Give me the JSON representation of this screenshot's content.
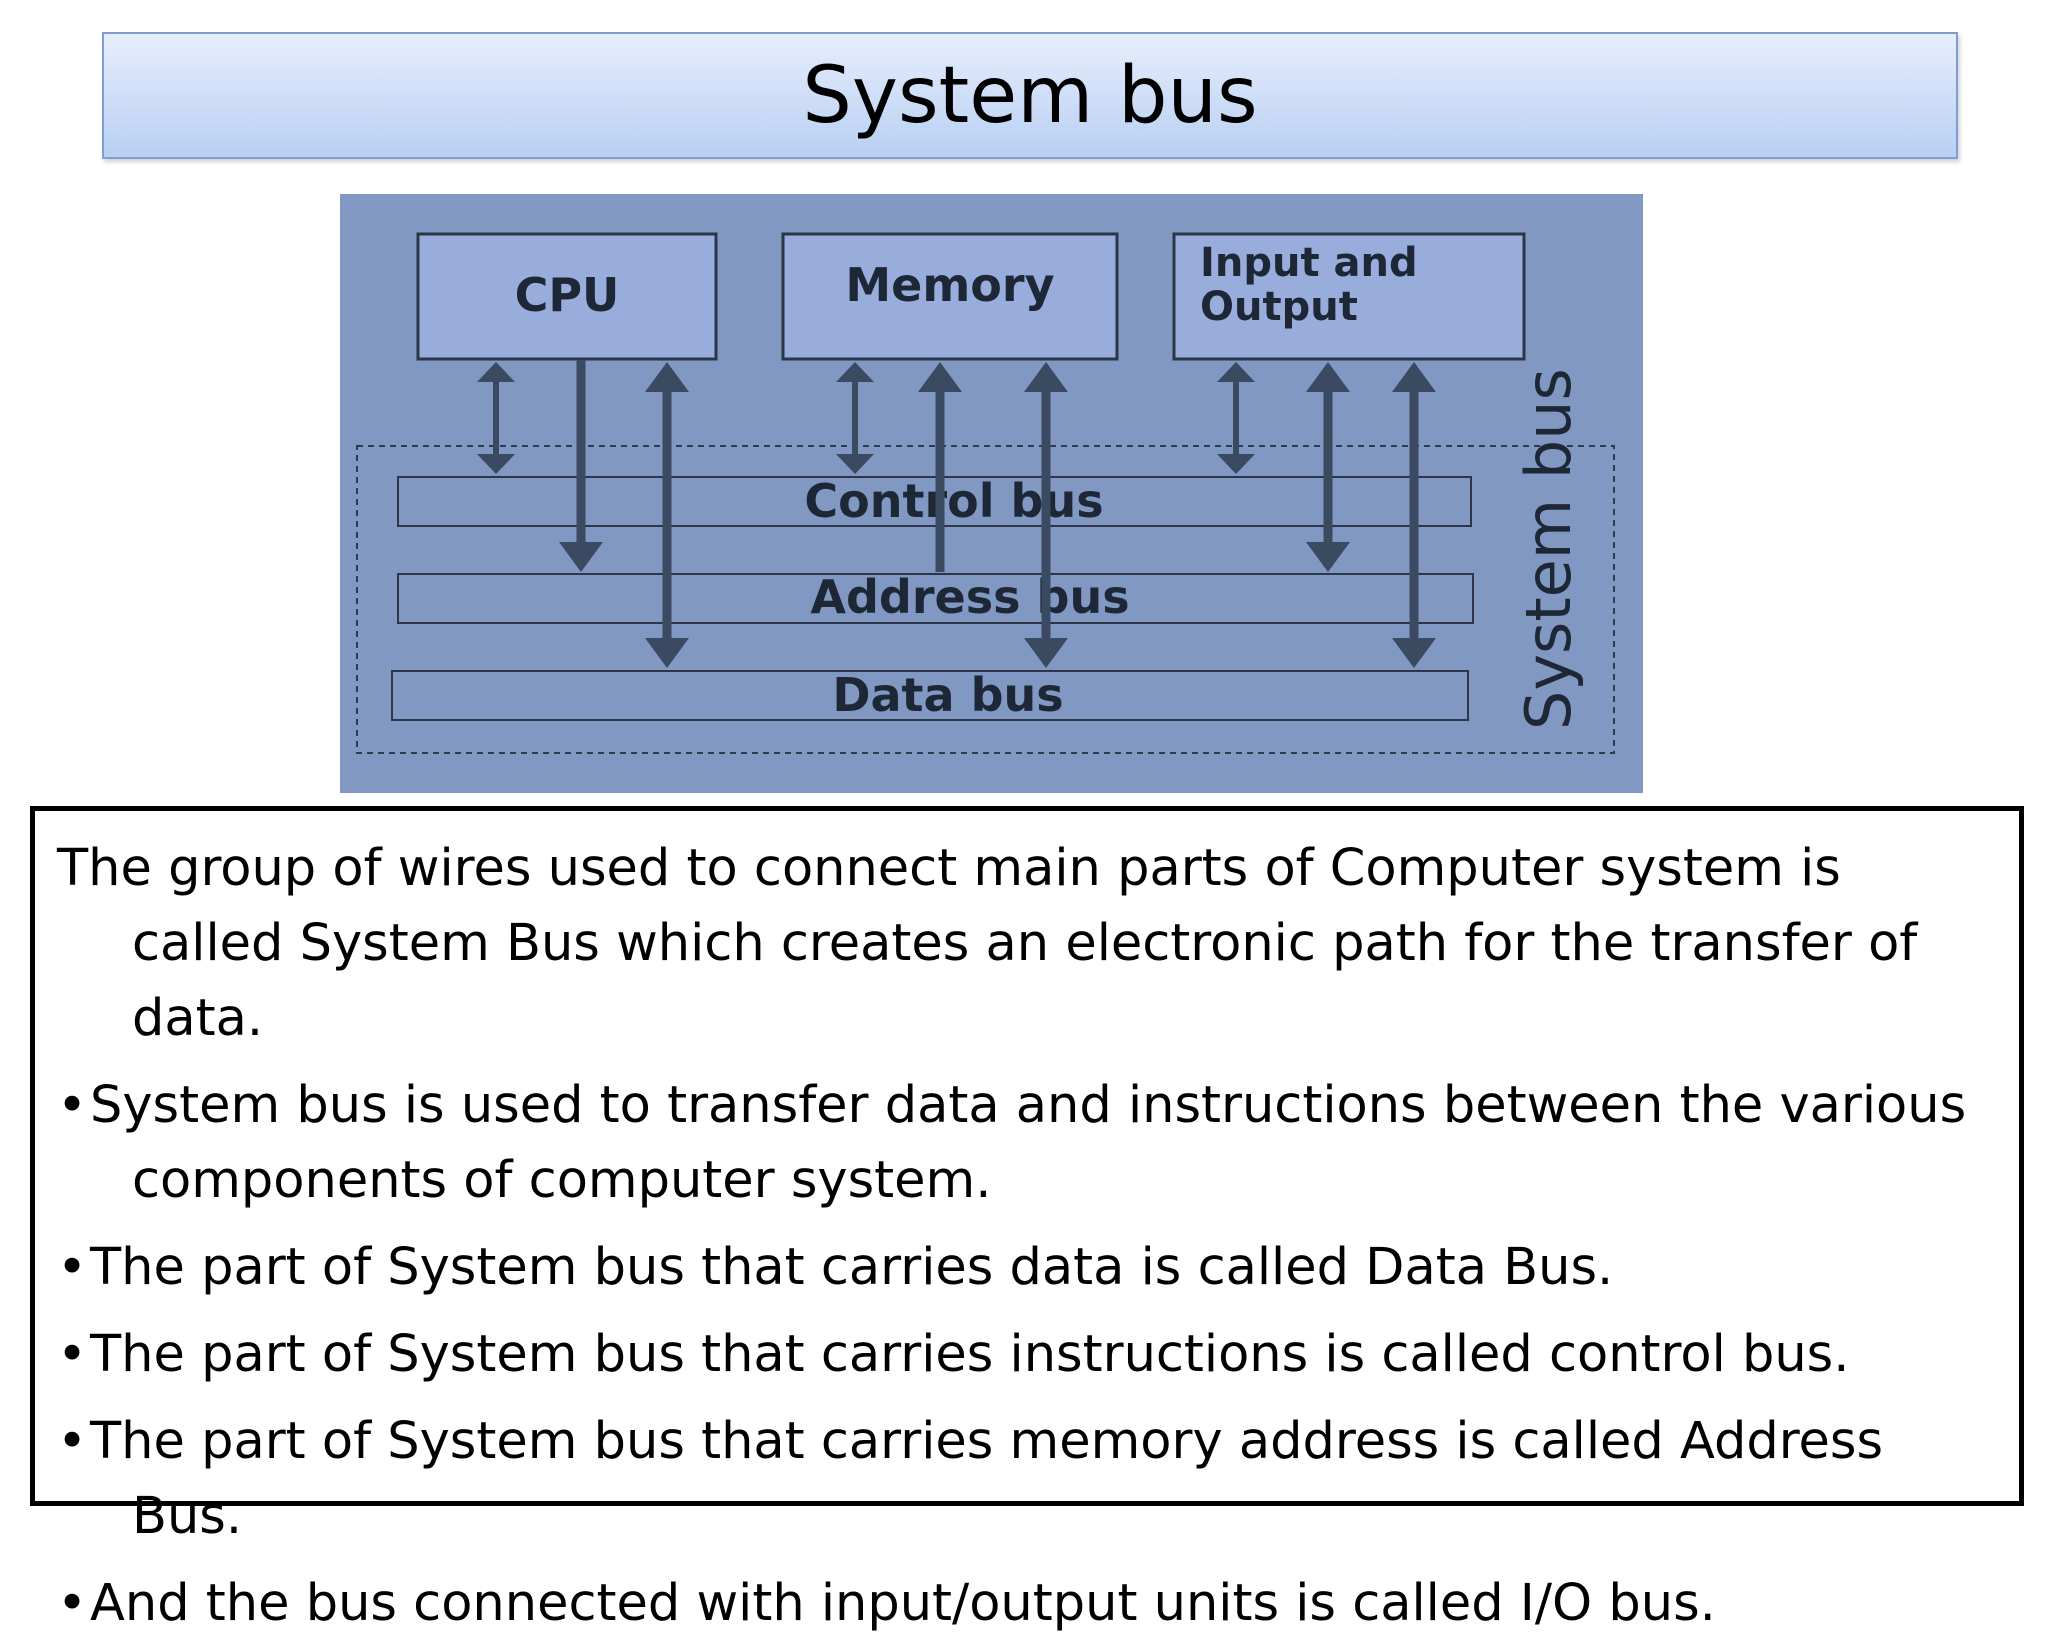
{
  "slide": {
    "title": "System bus"
  },
  "diagram": {
    "components": {
      "cpu": "CPU",
      "memory": "Memory",
      "io_line1": "Input and",
      "io_line2": "Output"
    },
    "buses": {
      "control": "Control bus",
      "address": "Address bus",
      "data": "Data bus"
    },
    "group_label": "System bus",
    "colors": {
      "panel": "#8198c3",
      "box_fill": "#98addb",
      "arrow": "#3a4a60"
    }
  },
  "body": {
    "intro": "The group of wires used to connect main parts of Computer system is called System Bus which creates an electronic path for the transfer of data.",
    "bullet_symbol": "•",
    "bullets": [
      "System bus is used to transfer data and instructions between the various components of computer system.",
      "The part of System bus that carries data is called Data Bus.",
      "The part of System bus that carries instructions is called control bus.",
      "The part of System bus that carries memory address is called Address Bus.",
      "And the bus connected with input/output units is called I/O bus."
    ]
  }
}
